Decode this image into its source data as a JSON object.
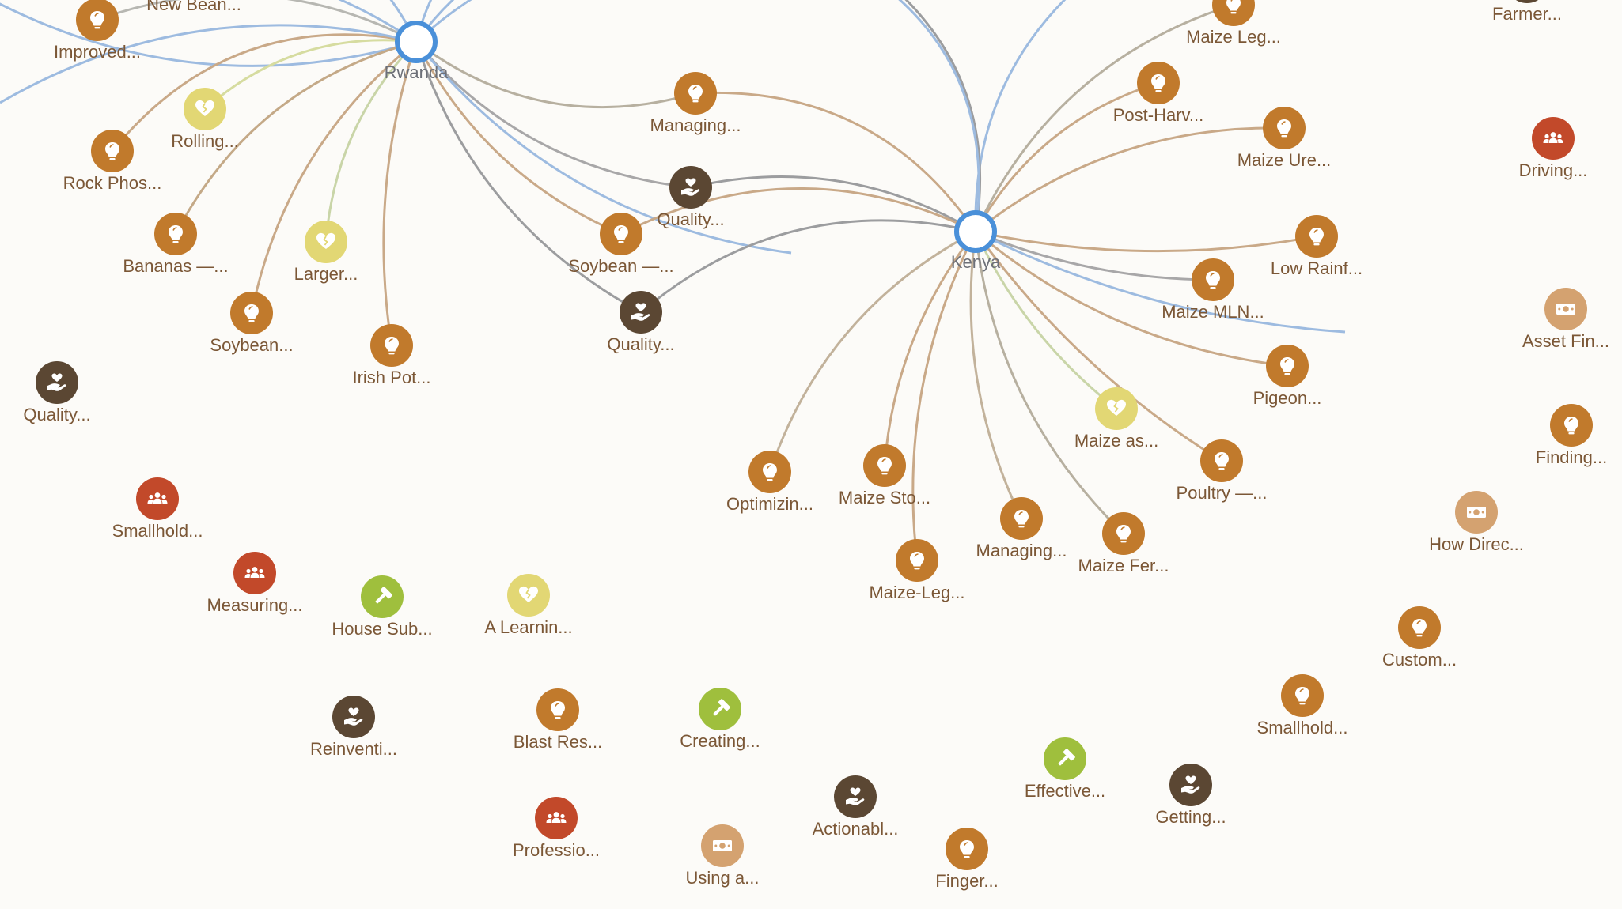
{
  "colors": {
    "background": "#fcfbf8",
    "hub_stroke": "#4a90d9",
    "label_text": "#7b5736",
    "hub_label_text": "#6d7078",
    "categories": {
      "idea": "#c17a2c",
      "heart": "#e2d774",
      "hand_heart": "#5b4733",
      "group": "#c2492a",
      "gavel": "#9fbf3d",
      "money": "#d4a270"
    }
  },
  "icon_names": {
    "idea": "lightbulb-icon",
    "heart": "broken-heart-icon",
    "hand_heart": "hand-heart-icon",
    "group": "people-group-icon",
    "gavel": "gavel-icon",
    "money": "banknote-icon"
  },
  "hubs": [
    {
      "label": "Rwanda"
    },
    {
      "label": "Kenya"
    }
  ],
  "nodes": [
    {
      "label": "Improved...",
      "category": "idea"
    },
    {
      "label": "New Bean...",
      "category": "idea"
    },
    {
      "label": "Rolling...",
      "category": "heart"
    },
    {
      "label": "Rock Phos...",
      "category": "idea"
    },
    {
      "label": "Bananas —...",
      "category": "idea"
    },
    {
      "label": "Larger...",
      "category": "heart"
    },
    {
      "label": "Soybean...",
      "category": "idea"
    },
    {
      "label": "Irish Pot...",
      "category": "idea"
    },
    {
      "label": "Managing...",
      "category": "idea"
    },
    {
      "label": "Quality...",
      "category": "hand_heart"
    },
    {
      "label": "Soybean —...",
      "category": "idea"
    },
    {
      "label": "Quality...",
      "category": "hand_heart"
    },
    {
      "label": "Quality...",
      "category": "hand_heart"
    },
    {
      "label": "Smallhold...",
      "category": "group"
    },
    {
      "label": "Measuring...",
      "category": "group"
    },
    {
      "label": "House Sub...",
      "category": "gavel"
    },
    {
      "label": "A Learnin...",
      "category": "heart"
    },
    {
      "label": "Reinventi...",
      "category": "hand_heart"
    },
    {
      "label": "Blast Res...",
      "category": "idea"
    },
    {
      "label": "Creating...",
      "category": "gavel"
    },
    {
      "label": "Professio...",
      "category": "group"
    },
    {
      "label": "Using a...",
      "category": "money"
    },
    {
      "label": "Actionabl...",
      "category": "hand_heart"
    },
    {
      "label": "Finger...",
      "category": "idea"
    },
    {
      "label": "Effective...",
      "category": "gavel"
    },
    {
      "label": "Getting...",
      "category": "hand_heart"
    },
    {
      "label": "Optimizin...",
      "category": "idea"
    },
    {
      "label": "Maize Sto...",
      "category": "idea"
    },
    {
      "label": "Maize-Leg...",
      "category": "idea"
    },
    {
      "label": "Managing...",
      "category": "idea"
    },
    {
      "label": "Maize Fer...",
      "category": "idea"
    },
    {
      "label": "Maize as...",
      "category": "heart"
    },
    {
      "label": "Poultry —...",
      "category": "idea"
    },
    {
      "label": "Pigeon...",
      "category": "idea"
    },
    {
      "label": "Maize MLN...",
      "category": "idea"
    },
    {
      "label": "Low Rainf...",
      "category": "idea"
    },
    {
      "label": "Maize Ure...",
      "category": "idea"
    },
    {
      "label": "Post-Harv...",
      "category": "idea"
    },
    {
      "label": "Maize Leg...",
      "category": "idea"
    },
    {
      "label": "Farmer...",
      "category": "hand_heart"
    },
    {
      "label": "Driving...",
      "category": "group"
    },
    {
      "label": "Asset Fin...",
      "category": "money"
    },
    {
      "label": "Finding...",
      "category": "idea"
    },
    {
      "label": "How Direc...",
      "category": "money"
    },
    {
      "label": "Custom...",
      "category": "idea"
    },
    {
      "label": "Smallhold...",
      "category": "idea"
    }
  ]
}
